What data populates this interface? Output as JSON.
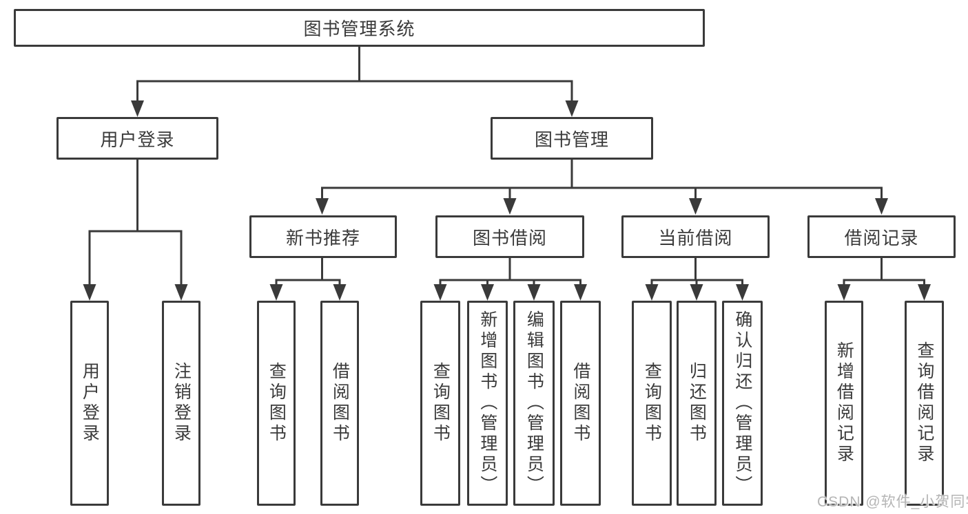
{
  "diagram": {
    "type": "hierarchy-flowchart",
    "colors": {
      "line": "#3a3a3a",
      "box_border": "#3a3a3a",
      "text": "#3a3a3a",
      "background": "#ffffff",
      "watermark": "#b5b5b5"
    }
  },
  "tree": {
    "root": {
      "label": "图书管理系统"
    },
    "level2": [
      {
        "label": "用户登录",
        "parent": "图书管理系统"
      },
      {
        "label": "图书管理",
        "parent": "图书管理系统"
      }
    ],
    "level3": [
      {
        "label": "新书推荐",
        "parent": "图书管理"
      },
      {
        "label": "图书借阅",
        "parent": "图书管理"
      },
      {
        "label": "当前借阅",
        "parent": "图书管理"
      },
      {
        "label": "借阅记录",
        "parent": "图书管理"
      }
    ],
    "leaves": [
      {
        "label": "用户登录",
        "parent": "用户登录"
      },
      {
        "label": "注销登录",
        "parent": "用户登录"
      },
      {
        "label": "查询图书",
        "parent": "新书推荐"
      },
      {
        "label": "借阅图书",
        "parent": "新书推荐"
      },
      {
        "label": "查询图书",
        "parent": "图书借阅"
      },
      {
        "label": "新增图书（管理员）",
        "parent": "图书借阅"
      },
      {
        "label": "编辑图书（管理员）",
        "parent": "图书借阅"
      },
      {
        "label": "借阅图书",
        "parent": "图书借阅"
      },
      {
        "label": "查询图书",
        "parent": "当前借阅"
      },
      {
        "label": "归还图书",
        "parent": "当前借阅"
      },
      {
        "label": "确认归还（管理员）",
        "parent": "当前借阅"
      },
      {
        "label": "新增借阅记录",
        "parent": "借阅记录"
      },
      {
        "label": "查询借阅记录",
        "parent": "借阅记录"
      }
    ]
  },
  "watermark": {
    "text": "CSDN @软件_小贺同学"
  }
}
